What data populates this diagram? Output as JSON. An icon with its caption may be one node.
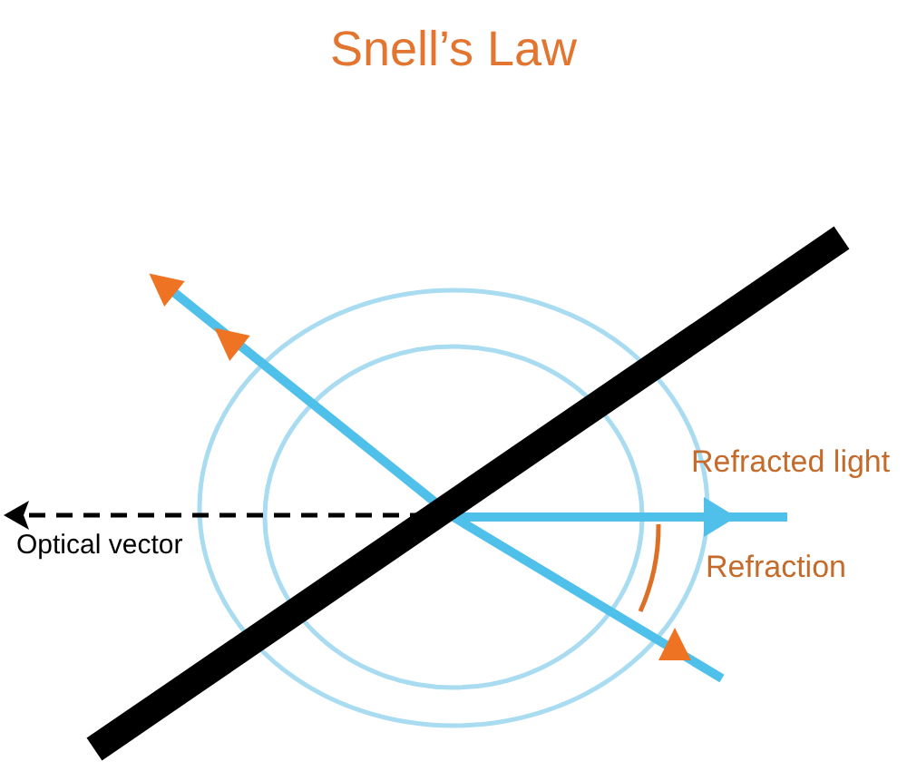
{
  "diagram": {
    "title": "Snell’s Law",
    "labels": [
      "Refracted light",
      "Refraction",
      "Optical vector"
    ]
  }
}
